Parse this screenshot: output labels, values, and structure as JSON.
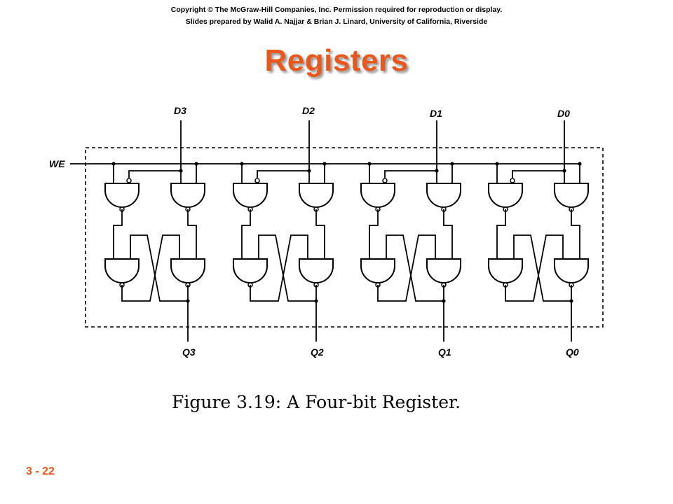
{
  "header": {
    "copyright": "Copyright © The McGraw-Hill Companies, Inc. Permission required for reproduction or display.",
    "credit": "Slides prepared by Walid A. Najjar & Brian J. Linard, University of California, Riverside"
  },
  "title": "Registers",
  "diagram": {
    "we_label": "WE",
    "bits": [
      {
        "d": "D3",
        "q": "Q3"
      },
      {
        "d": "D2",
        "q": "Q2"
      },
      {
        "d": "D1",
        "q": "Q1"
      },
      {
        "d": "D0",
        "q": "Q0"
      }
    ]
  },
  "caption": "Figure 3.19: A Four-bit Register.",
  "slide_number": "3 - 22"
}
